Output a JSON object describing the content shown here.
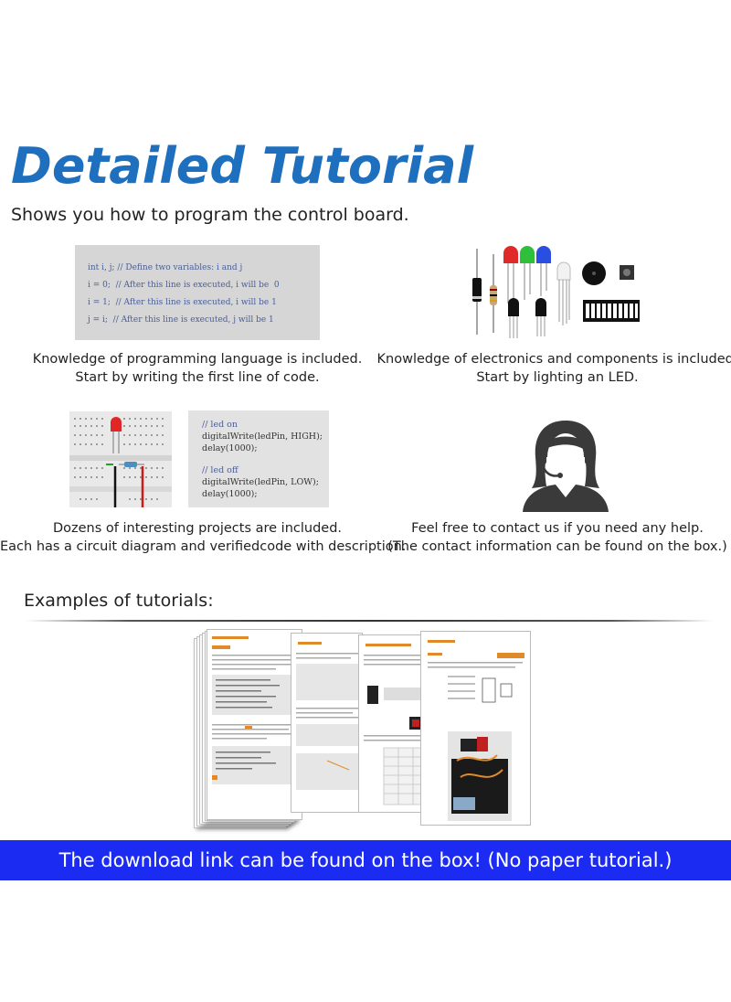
{
  "header": {
    "title": "Detailed Tutorial",
    "subtitle": "Shows you how to program the control board."
  },
  "features": [
    {
      "code_lines": [
        "int i, j; // Define two variables: i and j",
        "i = 0;  // After this line is executed, i will be  0",
        "i = 1;  // After this line is executed, i will be 1",
        "j = i;  // After this line is executed, j will be 1"
      ],
      "caption_line1": "Knowledge of programming language is included.",
      "caption_line2": "Start by writing the first line of code."
    },
    {
      "caption_line1": "Knowledge of electronics and components is included.",
      "caption_line2": "Start by lighting an LED."
    },
    {
      "code_lines": [
        "// led on",
        "digitalWrite(ledPin, HIGH);",
        "delay(1000);",
        "",
        "// led off",
        "digitalWrite(ledPin, LOW);",
        "delay(1000);"
      ],
      "caption_line1": "Dozens of interesting projects are included.",
      "caption_line2": "Each has a circuit diagram and verifiedcode with description."
    },
    {
      "caption_line1": "Feel free to contact us if you need any help.",
      "caption_line2": "(The contact information can be found on the box.)"
    }
  ],
  "examples": {
    "heading": "Examples of tutorials:"
  },
  "banner": {
    "text": "The download link can be found on the box! (No paper tutorial.)"
  },
  "colors": {
    "title": "#1f6fbf",
    "banner": "#1c2bf2",
    "code_bg": "#d6d6d6",
    "code_text": "#4a5f9a"
  }
}
